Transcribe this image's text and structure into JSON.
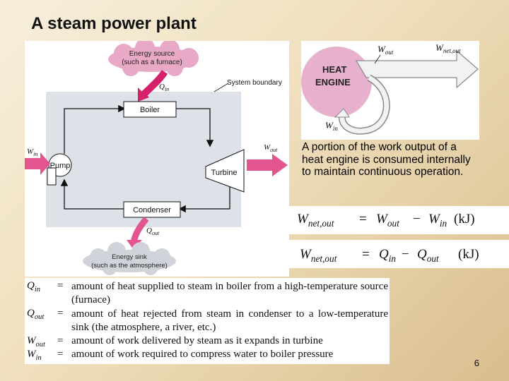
{
  "title": "A steam power plant",
  "cycle": {
    "energy_source_line1": "Energy source",
    "energy_source_line2": "(such as a furnace)",
    "q_in": "Q",
    "q_in_sub": "in",
    "system_boundary": "System boundary",
    "boiler": "Boiler",
    "pump": "Pump",
    "turbine": "Turbine",
    "condenser": "Condenser",
    "w_in": "W",
    "w_in_sub": "in",
    "w_out": "W",
    "w_out_sub": "out",
    "q_out": "Q",
    "q_out_sub": "out",
    "energy_sink_line1": "Energy sink",
    "energy_sink_line2": "(such as the atmosphere)"
  },
  "engine": {
    "heat_line1": "HEAT",
    "heat_line2": "ENGINE",
    "w_out": "W",
    "w_out_sub": "out",
    "w_net_out": "W",
    "w_net_out_sub": "net,out",
    "w_in": "W",
    "w_in_sub": "in"
  },
  "caption": "A portion of the work output of a heat engine is consumed internally to maintain continuous operation.",
  "eq1": {
    "lhs": "W",
    "lhs_sub": "net,out",
    "rel": "=",
    "a": "W",
    "a_sub": "out",
    "op": "−",
    "b": "W",
    "b_sub": "in",
    "unit": "(kJ)"
  },
  "eq2": {
    "lhs": "W",
    "lhs_sub": "net,out",
    "rel": "=",
    "a": "Q",
    "a_sub": "in",
    "op": "−",
    "b": "Q",
    "b_sub": "out",
    "unit": "(kJ)"
  },
  "definitions": [
    {
      "sym": "Q",
      "sub": "in",
      "eq": "=",
      "text": "amount of heat supplied to steam in boiler from a high-temperature source (furnace)"
    },
    {
      "sym": "Q",
      "sub": "out",
      "eq": "=",
      "text": "amount of heat rejected from steam in condenser to a low-temperature sink (the atmosphere, a river, etc.)"
    },
    {
      "sym": "W",
      "sub": "out",
      "eq": "=",
      "text": "amount of work delivered by steam as it expands in turbine"
    },
    {
      "sym": "W",
      "sub": "in",
      "eq": "=",
      "text": "amount of work required to compress water to boiler pressure"
    }
  ],
  "page_number": "6",
  "colors": {
    "pink": "#e2558f",
    "cloud": "#e8a9c6",
    "gray_panel": "#dfe3e8",
    "engine_circle": "#e7b0cd"
  }
}
